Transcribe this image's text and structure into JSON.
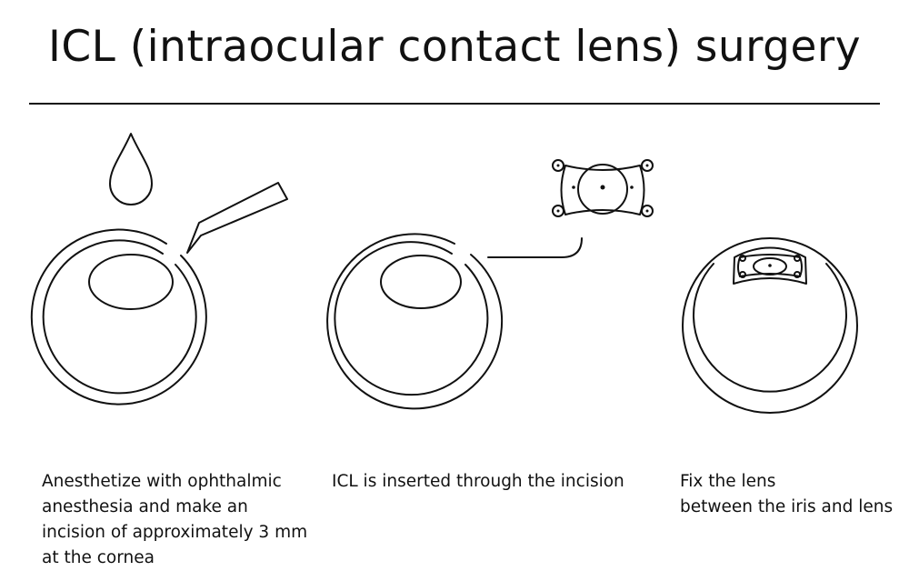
{
  "title": "ICL (intraocular contact lens) surgery",
  "steps": [
    {
      "caption": "Anesthetize with ophthalmic\nanesthesia and make an\nincision of approximately 3 mm\nat the cornea"
    },
    {
      "caption": "ICL is inserted through the incision"
    },
    {
      "caption": "Fix the lens\nbetween the iris and lens"
    }
  ],
  "colors": {
    "ink": "#111111",
    "background": "#ffffff"
  }
}
